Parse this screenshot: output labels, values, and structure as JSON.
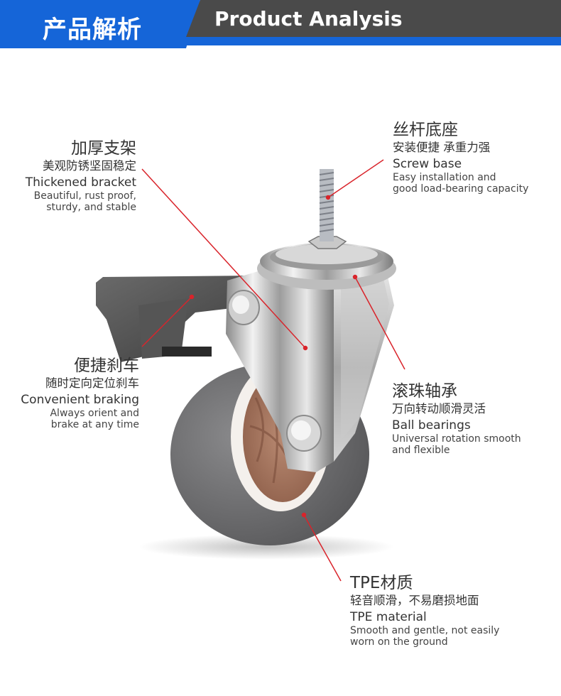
{
  "header": {
    "title_cn": "产品解析",
    "title_en": "Product Analysis"
  },
  "labels": {
    "bracket": {
      "cn_title": "加厚支架",
      "cn_sub": "美观防锈坚固稳定",
      "en_title": "Thickened bracket",
      "en_sub_1": "Beautiful, rust proof,",
      "en_sub_2": "sturdy, and stable"
    },
    "screw": {
      "cn_title": "丝杆底座",
      "cn_sub": "安装便捷 承重力强",
      "en_title": "Screw base",
      "en_sub_1": "Easy installation and",
      "en_sub_2": "good load-bearing capacity"
    },
    "brake": {
      "cn_title": "便捷刹车",
      "cn_sub": "随时定向定位刹车",
      "en_title": "Convenient braking",
      "en_sub_1": "Always orient and",
      "en_sub_2": "brake at any time"
    },
    "bearing": {
      "cn_title": "滚珠轴承",
      "cn_sub": "万向转动顺滑灵活",
      "en_title": "Ball bearings",
      "en_sub_1": "Universal rotation smooth",
      "en_sub_2": "and flexible"
    },
    "tpe": {
      "cn_title": "TPE材质",
      "cn_sub": "轻音顺滑，不易磨损地面",
      "en_title": "TPE material",
      "en_sub_1": "Smooth and gentle, not easily",
      "en_sub_2": "worn on the ground"
    }
  },
  "colors": {
    "header_blue": "#1565d8",
    "header_dark": "#4a4a4a",
    "leader_line": "#d9242b",
    "wheel_gray": "#6e6e70",
    "hub_copper": "#a0705a"
  }
}
